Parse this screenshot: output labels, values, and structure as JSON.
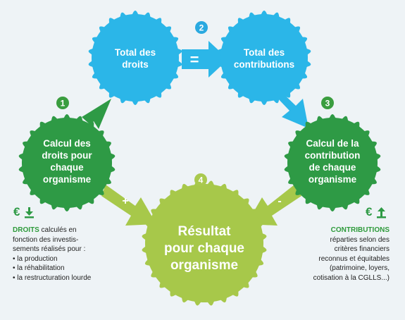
{
  "nodes": {
    "total_droits": [
      "Total des",
      "droits"
    ],
    "total_contributions": [
      "Total des",
      "contributions"
    ],
    "calcul_droits": [
      "Calcul des",
      "droits pour",
      "chaque",
      "organisme"
    ],
    "calcul_contribution": [
      "Calcul de la",
      "contribution",
      "de chaque",
      "organisme"
    ],
    "resultat": [
      "Résultat",
      "pour chaque",
      "organisme"
    ]
  },
  "steps": {
    "s1": "1",
    "s2": "2",
    "s3": "3",
    "s4": "4"
  },
  "operators": {
    "equals": "=",
    "plus": "+",
    "minus": "-"
  },
  "icons": {
    "left": "euro-download-icon",
    "right": "euro-upload-icon",
    "euro_symbol": "€"
  },
  "droits_note": {
    "keyword": "DROITS",
    "text_line1": " calculés en",
    "line2": "fonction des investis-",
    "line3": "sements réalisés pour :",
    "items": [
      "la production",
      "la réhabilitation",
      "la restructuration lourde"
    ]
  },
  "contributions_note": {
    "keyword": "CONTRIBUTIONS",
    "lines": [
      "réparties selon des",
      "critères financiers",
      "reconnus et équitables",
      "(patrimoine, loyers,",
      "cotisation à la CGLLS...)"
    ]
  },
  "colors": {
    "blue": "#2bb6e8",
    "green_dark": "#2e9a45",
    "green_light": "#a7c84a",
    "step_green": "#3a9d3f",
    "step_light": "#a9c94e",
    "step_blue": "#2aa9e0"
  }
}
